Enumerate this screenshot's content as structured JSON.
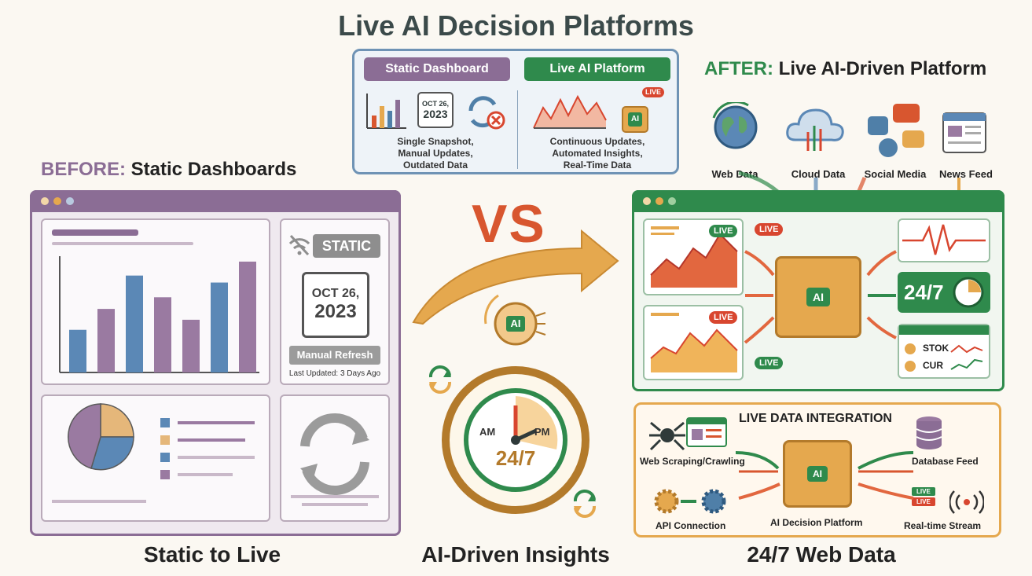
{
  "title": "Live AI Decision Platforms",
  "comparison": {
    "static_label": "Static Dashboard",
    "live_label": "Live AI Platform",
    "static_date_month": "OCT 26,",
    "static_date_year": "2023",
    "live_tag": "LIVE",
    "ai_label": "AI",
    "static_notes": [
      "Single Snapshot,",
      "Manual Updates,",
      "Outdated Data"
    ],
    "live_notes": [
      "Continuous Updates,",
      "Automated Insights,",
      "Real-Time Data"
    ]
  },
  "before": {
    "kw": "BEFORE:",
    "heading": "Static Dashboards",
    "static_badge": "STATIC",
    "date_month": "OCT 26,",
    "date_year": "2023",
    "refresh_button": "Manual Refresh",
    "last_updated": "Last Updated: 3 Days Ago",
    "bar_values": [
      55,
      82,
      125,
      97,
      68,
      116,
      143
    ]
  },
  "vs": "VS",
  "center": {
    "ai_label": "AI",
    "am": "AM",
    "pm": "PM",
    "clock_text": "24/7"
  },
  "after": {
    "kw": "AFTER:",
    "heading": "Live AI-Driven Platform",
    "sources": [
      "Web Data",
      "Cloud Data",
      "Social Media",
      "News Feed"
    ],
    "live_tag": "LIVE",
    "ai_label": "AI",
    "two47": "24/7",
    "stok": "STOK",
    "cur": "CUR"
  },
  "integration": {
    "title": "LIVE DATA INTEGRATION",
    "web_scraping": "Web Scraping/Crawling",
    "database": "Database Feed",
    "api": "API Connection",
    "platform": "AI Decision Platform",
    "stream": "Real-time Stream",
    "ai_label": "AI",
    "live_tag": "LIVE"
  },
  "captions": [
    "Static to Live",
    "AI-Driven Insights",
    "24/7 Web Data"
  ],
  "colors": {
    "purple": "#8b6d95",
    "green": "#2f8a4c",
    "orange": "#e5a84e",
    "red": "#d8562f",
    "blue": "#4f7fa8"
  }
}
